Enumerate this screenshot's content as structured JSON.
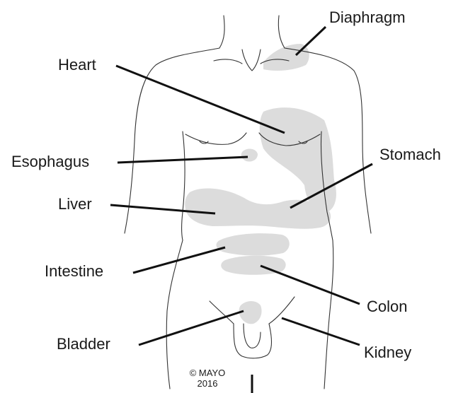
{
  "colors": {
    "organ_fill": "#dcdcdc",
    "outline": "#333333",
    "leader": "#111111",
    "text": "#1a1a1a"
  },
  "labels": {
    "diaphragm": "Diaphragm",
    "heart": "Heart",
    "esophagus": "Esophagus",
    "stomach": "Stomach",
    "liver": "Liver",
    "intestine": "Intestine",
    "colon": "Colon",
    "bladder": "Bladder",
    "kidney": "Kidney"
  },
  "copyright": {
    "line1": "© MAYO",
    "line2": "2016"
  }
}
